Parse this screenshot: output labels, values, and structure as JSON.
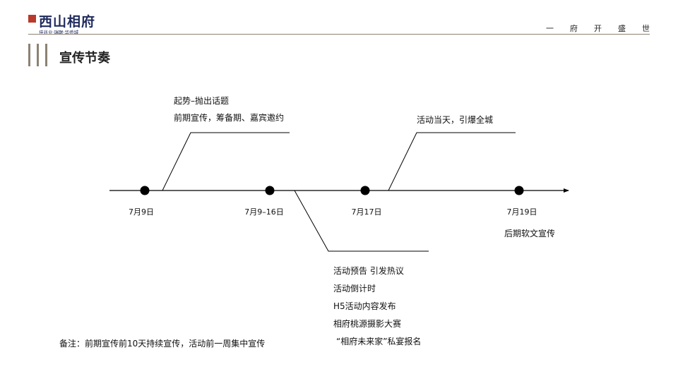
{
  "header": {
    "logo_text": "西山相府",
    "logo_sub": "佳兆业·瑞联·华侨城",
    "slogan": "一府开盛世"
  },
  "section_title": "宣传节奏",
  "timeline": {
    "dates": [
      "7月9日",
      "7月9–16日",
      "7月17日",
      "7月19日"
    ],
    "above_1": [
      "起势–抛出话题",
      "前期宣传，筹备期、嘉宾邀约"
    ],
    "above_2": [
      "活动当天，引爆全城"
    ],
    "below_1": [
      "活动预告 引发热议",
      "活动倒计时",
      "H5活动内容发布",
      "相府桃源摄影大赛",
      "“相府未来家”私宴报名"
    ],
    "below_4": [
      "后期软文宣传"
    ]
  },
  "note": "备注：前期宣传前10天持续宣传，活动前一周集中宣传",
  "colors": {
    "accent": "#8c8273",
    "line": "#000000"
  }
}
